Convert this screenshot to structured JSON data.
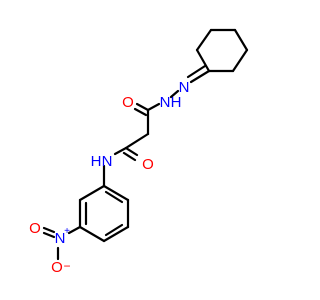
{
  "colors": {
    "bond": "#000000",
    "oxygen": "#ff0000",
    "nitrogen": "#0000ff"
  },
  "atoms": {
    "o_upper": "O",
    "nh_upper": "N",
    "h_upper": "H",
    "n_imine": "N",
    "o_lower": "O",
    "nh_lower": "N",
    "h_lower": "H",
    "n_nitro": "N",
    "n_nitro_charge": "+",
    "o_nitro_side": "O",
    "o_nitro_bottom": "O",
    "o_nitro_charge": "−"
  }
}
